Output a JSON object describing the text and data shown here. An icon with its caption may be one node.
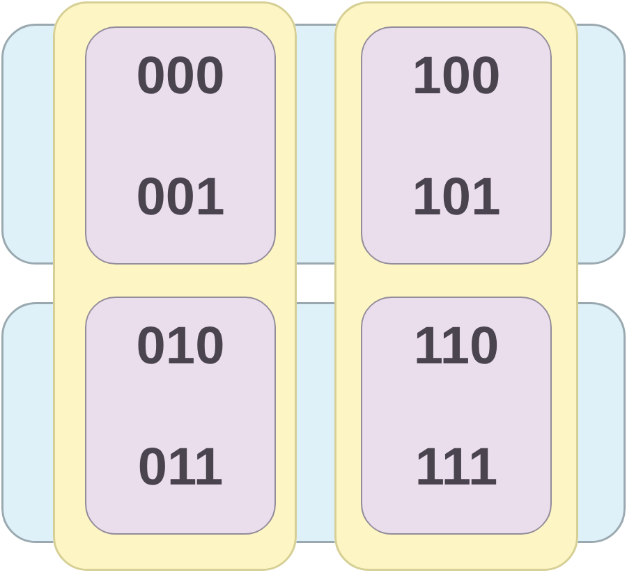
{
  "diagram": {
    "nodes": [
      {
        "text": [],
        "shape": "box"
      },
      {
        "text": [],
        "shape": "box"
      },
      {
        "text": [],
        "shape": "box"
      },
      {
        "text": [],
        "shape": "box"
      },
      {
        "text": [
          "000",
          "001"
        ]
      },
      {
        "text": [
          "100",
          "101"
        ]
      },
      {
        "text": [
          "010",
          "011"
        ]
      },
      {
        "text": [
          "110",
          "111"
        ]
      }
    ]
  }
}
